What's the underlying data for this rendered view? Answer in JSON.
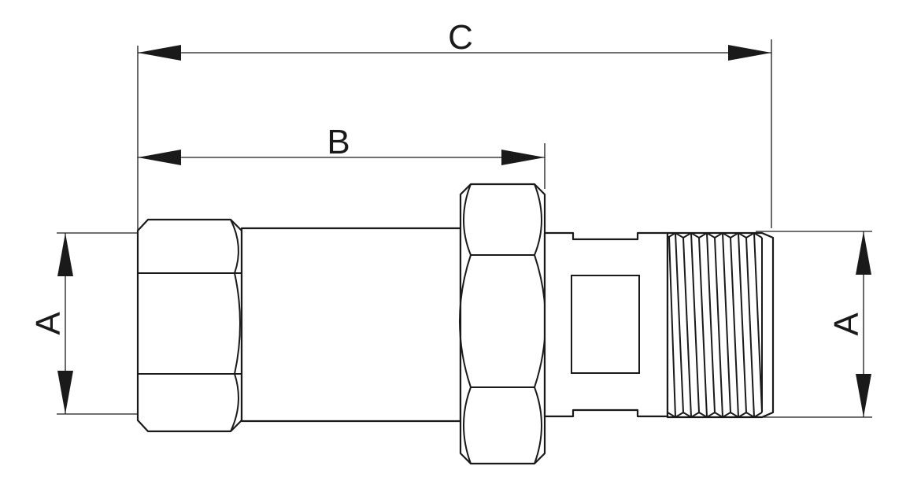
{
  "diagram": {
    "dimensions": {
      "a_left": "A",
      "a_right": "A",
      "b": "B",
      "c": "C"
    }
  }
}
